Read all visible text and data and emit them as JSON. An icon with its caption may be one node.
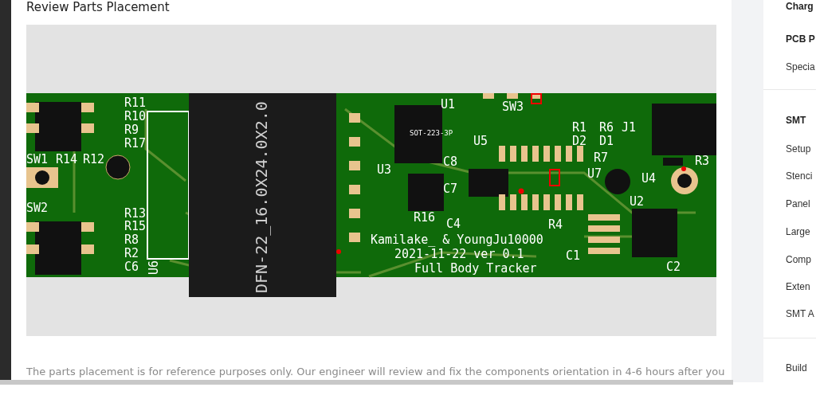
{
  "diagram": {
    "title": "Review Parts Placement",
    "labels": [
      "R11",
      "R10",
      "R9",
      "R17",
      "SW1",
      "R14",
      "R12",
      "SW2",
      "R13",
      "R15",
      "R8",
      "R2",
      "C6",
      "U6",
      "DFN-22_16.0X24.0X2.0",
      "U1",
      "SW3",
      "SOT-223-3P",
      "U5",
      "C8",
      "U3",
      "C7",
      "R16",
      "C4",
      "R1",
      "R6",
      "J1",
      "D2",
      "D1",
      "R7",
      "R3",
      "U7",
      "U4",
      "U2",
      "R4",
      "C1",
      "C2",
      "Kamilake_ & YoungJu10000",
      "2021-11-22 ver 0.1",
      "Full Body Tracker",
      "The parts placement is for reference purposes only. Our engineer will review and fix the components orientation in 4-6 hours after you",
      "Charg",
      "PCB P",
      "Specia",
      "SMT",
      "Setup",
      "Stenci",
      "Panel",
      "Large",
      "Comp",
      "Exten",
      "SMT A",
      "Build"
    ]
  }
}
